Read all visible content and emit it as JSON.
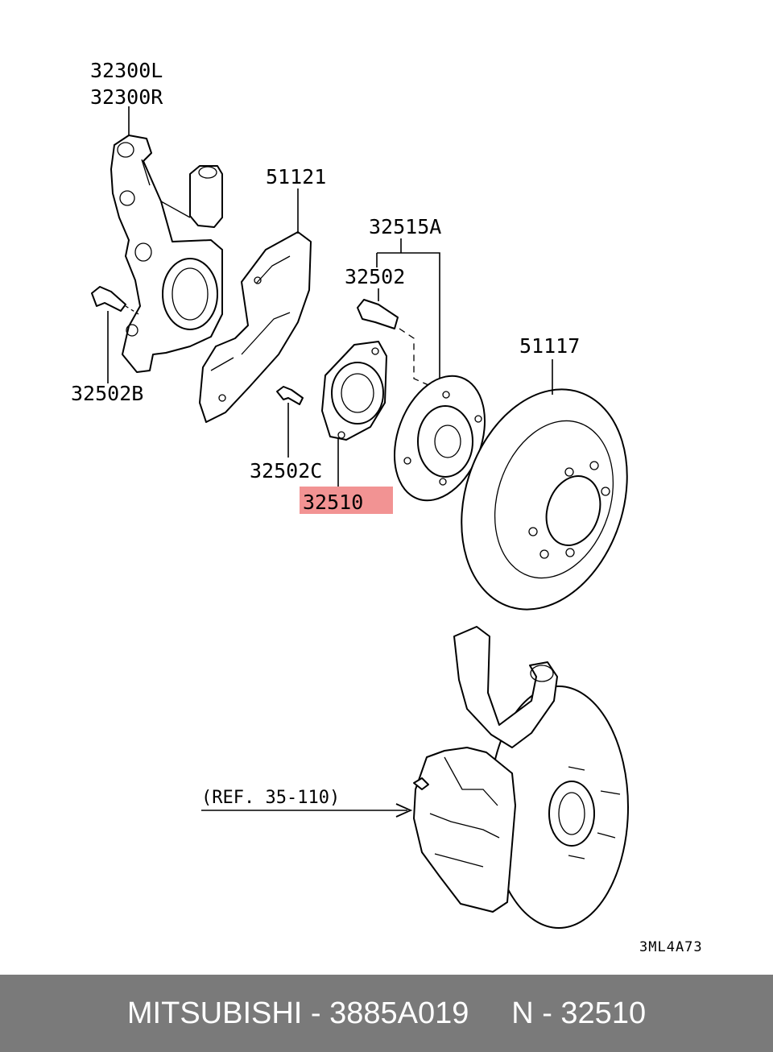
{
  "diagram": {
    "callouts": {
      "knuckle_left": "32300L",
      "knuckle_right": "32300R",
      "dust_shield": "51121",
      "hub_assembly": "32515A",
      "hub_bolt": "32502",
      "disc": "51117",
      "knuckle_bolt": "32502B",
      "bearing_bolt": "32502C",
      "bearing": "32510"
    },
    "reference": "(REF. 35-110)",
    "figure_code": "3ML4A73",
    "highlight_color": "#f08080"
  },
  "footer": {
    "text": "MITSUBISHI - 3885A019     N - 32510",
    "background": "#7a7a7a"
  }
}
